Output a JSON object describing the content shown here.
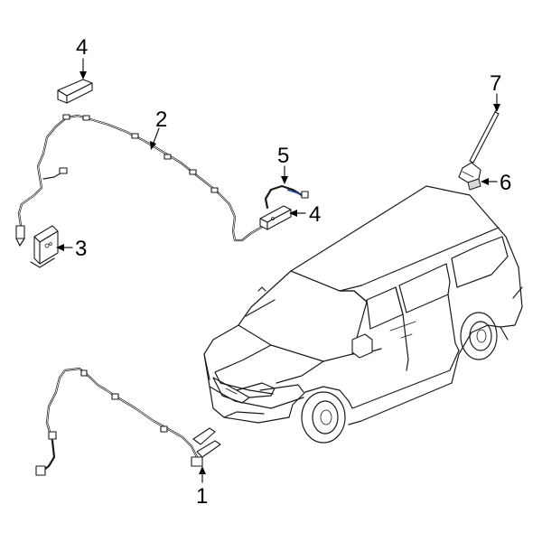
{
  "callouts": [
    {
      "id": "c1",
      "label": "1",
      "part": "rear-parking-sensor-harness"
    },
    {
      "id": "c2",
      "label": "2",
      "part": "roof-antenna-cable"
    },
    {
      "id": "c3",
      "label": "3",
      "part": "antenna-module"
    },
    {
      "id": "c4a",
      "label": "4",
      "part": "antenna-amplifier-top"
    },
    {
      "id": "c4b",
      "label": "4",
      "part": "antenna-amplifier"
    },
    {
      "id": "c5",
      "label": "5",
      "part": "antenna-lead"
    },
    {
      "id": "c6",
      "label": "6",
      "part": "antenna-base"
    },
    {
      "id": "c7",
      "label": "7",
      "part": "antenna-mast"
    }
  ],
  "colors": {
    "line": "#1a1a1a",
    "connector_accent": "#2a4aa8",
    "background": "#ffffff"
  }
}
